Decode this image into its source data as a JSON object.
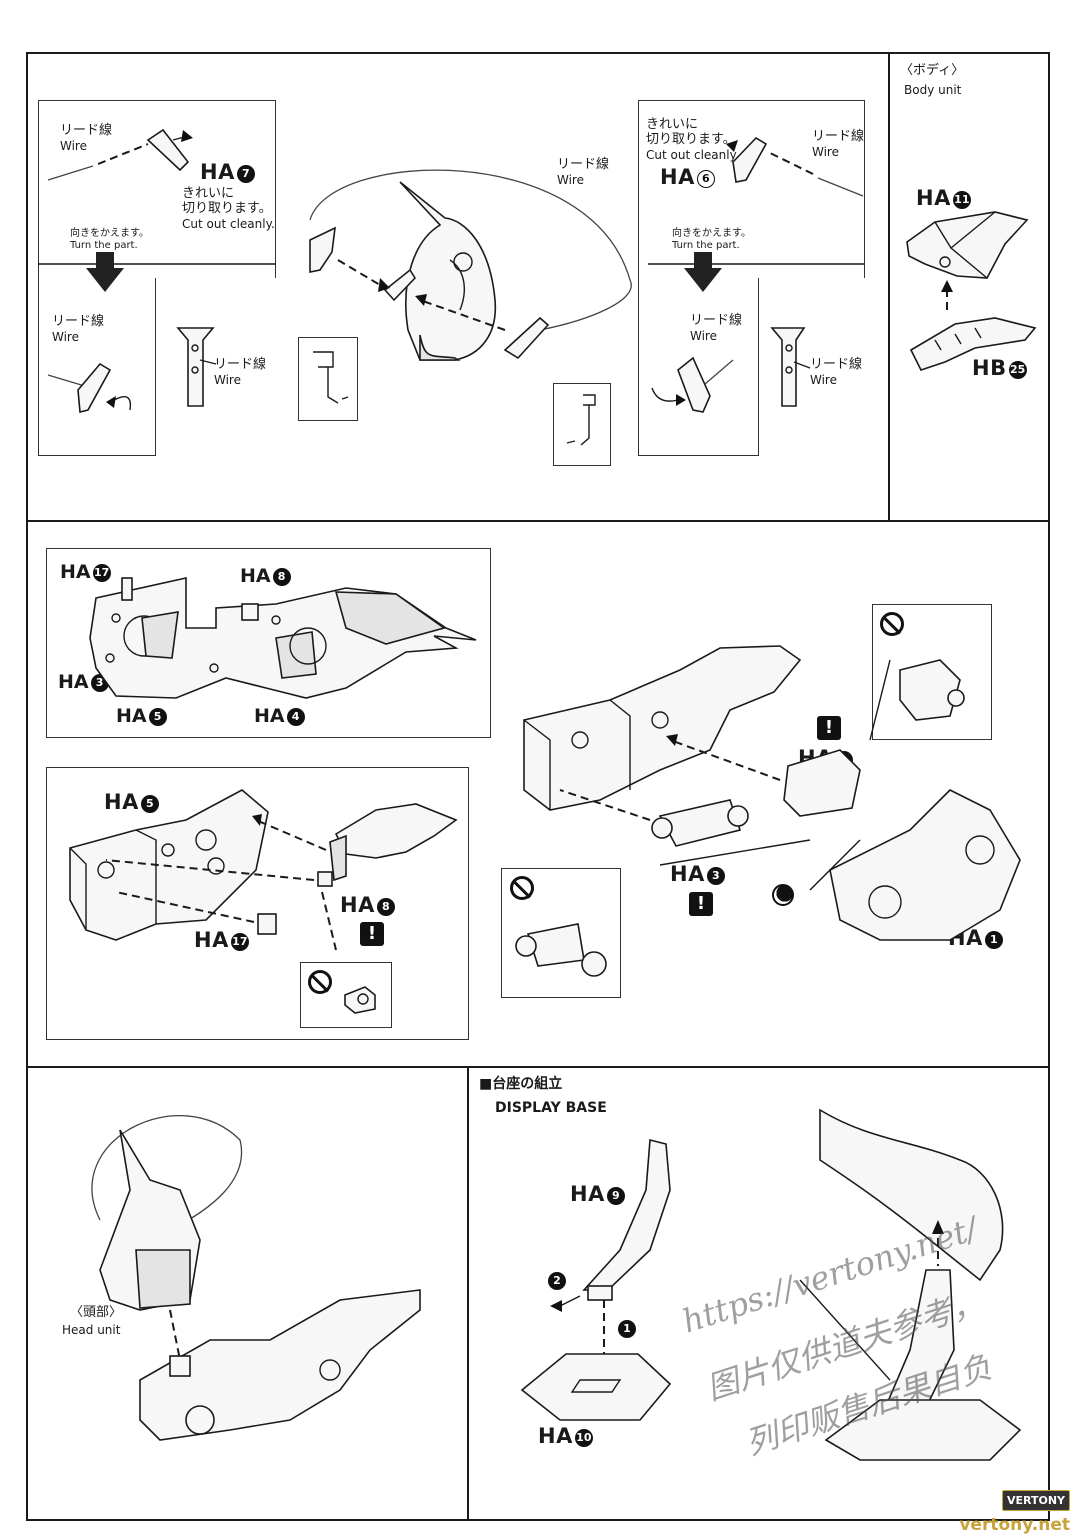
{
  "top": {
    "body_unit": {
      "jp": "〈ボディ〉",
      "en": "Body unit",
      "part_top": "HA",
      "part_top_num": "11",
      "part_bottom": "HB",
      "part_bottom_num": "25"
    },
    "left_panel": {
      "wire_jp": "リード線",
      "wire_en": "Wire",
      "part": "HA",
      "part_num": "7",
      "cut_jp_1": "きれいに",
      "cut_jp_2": "切り取ります。",
      "cut_en": "Cut out cleanly.",
      "turn_jp": "向きをかえます。",
      "turn_en": "Turn the part.",
      "wire2_jp": "リード線",
      "wire2_en": "Wire",
      "wire3_jp": "リード線",
      "wire3_en": "Wire"
    },
    "center": {
      "wire_jp": "リード線",
      "wire_en": "Wire"
    },
    "right_panel": {
      "cut_jp_1": "きれいに",
      "cut_jp_2": "切り取ります。",
      "cut_en": "Cut out cleanly.",
      "part": "HA",
      "part_num": "6",
      "wire_jp": "リード線",
      "wire_en": "Wire",
      "turn_jp": "向きをかえます。",
      "turn_en": "Turn the part.",
      "wire2_jp": "リード線",
      "wire2_en": "Wire",
      "wire3_jp": "リード線",
      "wire3_en": "Wire"
    }
  },
  "middle": {
    "inset_top": {
      "ha17": "HA",
      "ha17_num": "17",
      "ha8": "HA",
      "ha8_num": "8",
      "ha3": "HA",
      "ha3_num": "3",
      "ha5": "HA",
      "ha5_num": "5",
      "ha4": "HA",
      "ha4_num": "4"
    },
    "inset_bottom": {
      "ha5": "HA",
      "ha5_num": "5",
      "ha8": "HA",
      "ha8_num": "8",
      "ha17": "HA",
      "ha17_num": "17"
    },
    "right": {
      "ha4": "HA",
      "ha4_num": "4",
      "ha3": "HA",
      "ha3_num": "3",
      "ha1": "HA",
      "ha1_num": "1"
    }
  },
  "bottom": {
    "head_unit_jp": "〈頭部〉",
    "head_unit_en": "Head unit",
    "base_title_jp": "■台座の組立",
    "base_title_en": "DISPLAY BASE",
    "ha9": "HA",
    "ha9_num": "9",
    "ha10": "HA",
    "ha10_num": "10",
    "step1": "1",
    "step2": "2"
  },
  "watermark": {
    "line1": "https://vertony.net/",
    "line2": "图片仅供道夫参考，",
    "line3": "列印贩售后果自负"
  },
  "badge": "VERTONY",
  "footer_mark": "vertony.net"
}
